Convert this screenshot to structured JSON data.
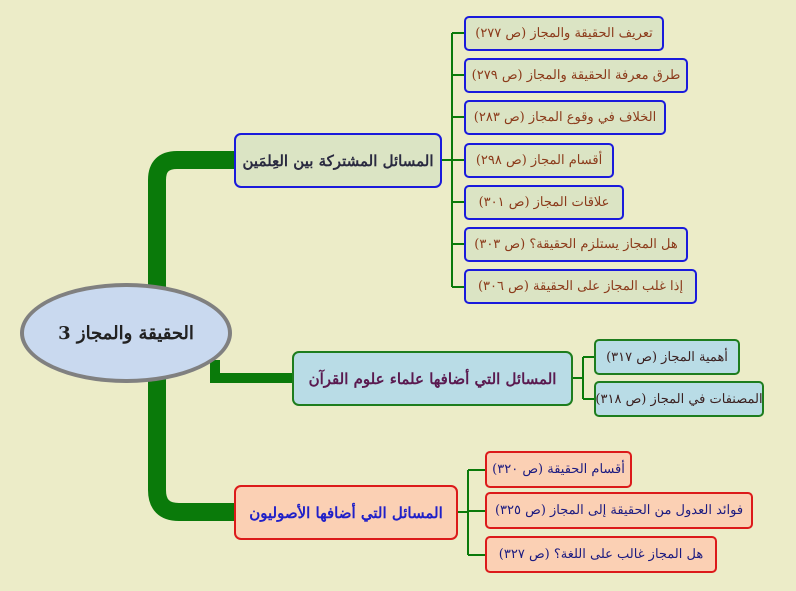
{
  "center": {
    "label": "الحقيقة والمجاز 3"
  },
  "branches": [
    {
      "label": "المسائل المشتركة بين العِلمَين",
      "children": [
        "تعريف الحقيقة والمجاز (ص ٢٧٧)",
        "طرق معرفة الحقيقة والمجاز (ص ٢٧٩)",
        "الخلاف في وقوع المجاز (ص ٢٨٣)",
        "أقسام المجاز (ص ٢٩٨)",
        "علاقات المجاز (ص ٣٠١)",
        "هل المجاز يستلزم الحقيقة؟ (ص ٣٠٣)",
        "إذا غلب المجاز على الحقيقة (ص ٣٠٦)"
      ]
    },
    {
      "label": "المسائل التي أضافها علماء علوم القرآن",
      "children": [
        "أهمية المجاز (ص ٣١٧)",
        "المصنفات في المجاز (ص ٣١٨)"
      ]
    },
    {
      "label": "المسائل التي أضافها الأصوليون",
      "children": [
        "أقسام الحقيقة (ص ٣٢٠)",
        "فوائد العدول من الحقيقة إلى المجاز (ص ٣٢٥)",
        "هل المجاز غالب على اللغة؟ (ص ٣٢٧)"
      ]
    }
  ],
  "colors": {
    "trunk": "#0a7a0a",
    "background": "#ececc8"
  }
}
